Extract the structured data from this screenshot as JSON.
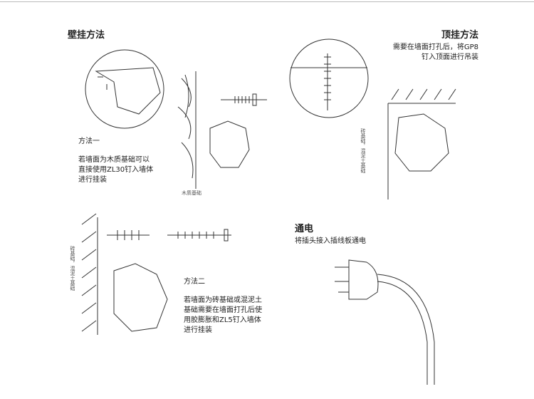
{
  "wall": {
    "title": "壁挂方法",
    "method1_title": "方法一",
    "method1_lines": [
      "若墙面为木质基础可以",
      "直接使用ZL30钉入墙体",
      "进行挂装"
    ],
    "wood_label": "木质基础",
    "method2_title": "方法二",
    "method2_lines": [
      "若墙面为砖基础或混泥土",
      "基础需要在墙面打孔后使",
      "用胶膨胀和ZL5钉入墙体",
      "进行挂装"
    ],
    "brick_label": "砖基础，混泥土基础"
  },
  "ceiling": {
    "title": "顶挂方法",
    "lines": [
      "需要在墙面打孔后，将GP8",
      "钉入顶面进行吊装"
    ],
    "brick_label": "砖基础，混泥土基础"
  },
  "power": {
    "title": "通电",
    "desc": "将插头接入插线板通电"
  }
}
